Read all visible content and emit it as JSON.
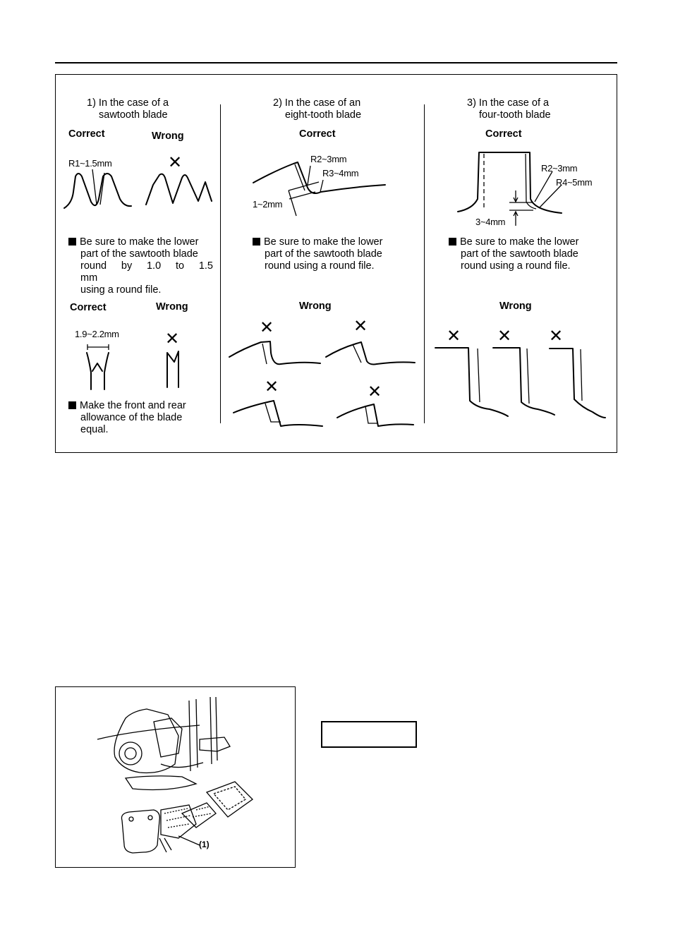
{
  "sections": [
    {
      "title_line1": "1) In the case of a",
      "title_line2": "sawtooth blade",
      "correct": "Correct",
      "wrong": "Wrong",
      "dim1": "R1~1.5mm",
      "note1_lines": [
        "Be sure to make the lower",
        "part of the sawtooth blade",
        "round by 1.0 to 1.5 mm",
        "using a round file."
      ],
      "correct2": "Correct",
      "wrong2": "Wrong",
      "dim2": "1.9~2.2mm",
      "note2_lines": [
        "Make the front and rear",
        "allowance of the blade",
        "equal."
      ]
    },
    {
      "title_line1": "2) In the case of an",
      "title_line2": "eight-tooth blade",
      "correct": "Correct",
      "dim_a": "R2~3mm",
      "dim_b": "R3~4mm",
      "dim_c": "1~2mm",
      "note_lines": [
        "Be sure to make the lower",
        "part of the sawtooth blade",
        "round using a round file."
      ],
      "wrong": "Wrong"
    },
    {
      "title_line1": "3) In the case of a",
      "title_line2": "four-tooth blade",
      "correct": "Correct",
      "dim_a": "R2~3mm",
      "dim_b": "R4~5mm",
      "dim_c": "3~4mm",
      "note_lines": [
        "Be sure to make the lower",
        "part of the sawtooth blade",
        "round using a round file."
      ],
      "wrong": "Wrong"
    }
  ],
  "figure": {
    "callout": "(1)"
  },
  "cross_glyph": "✕"
}
